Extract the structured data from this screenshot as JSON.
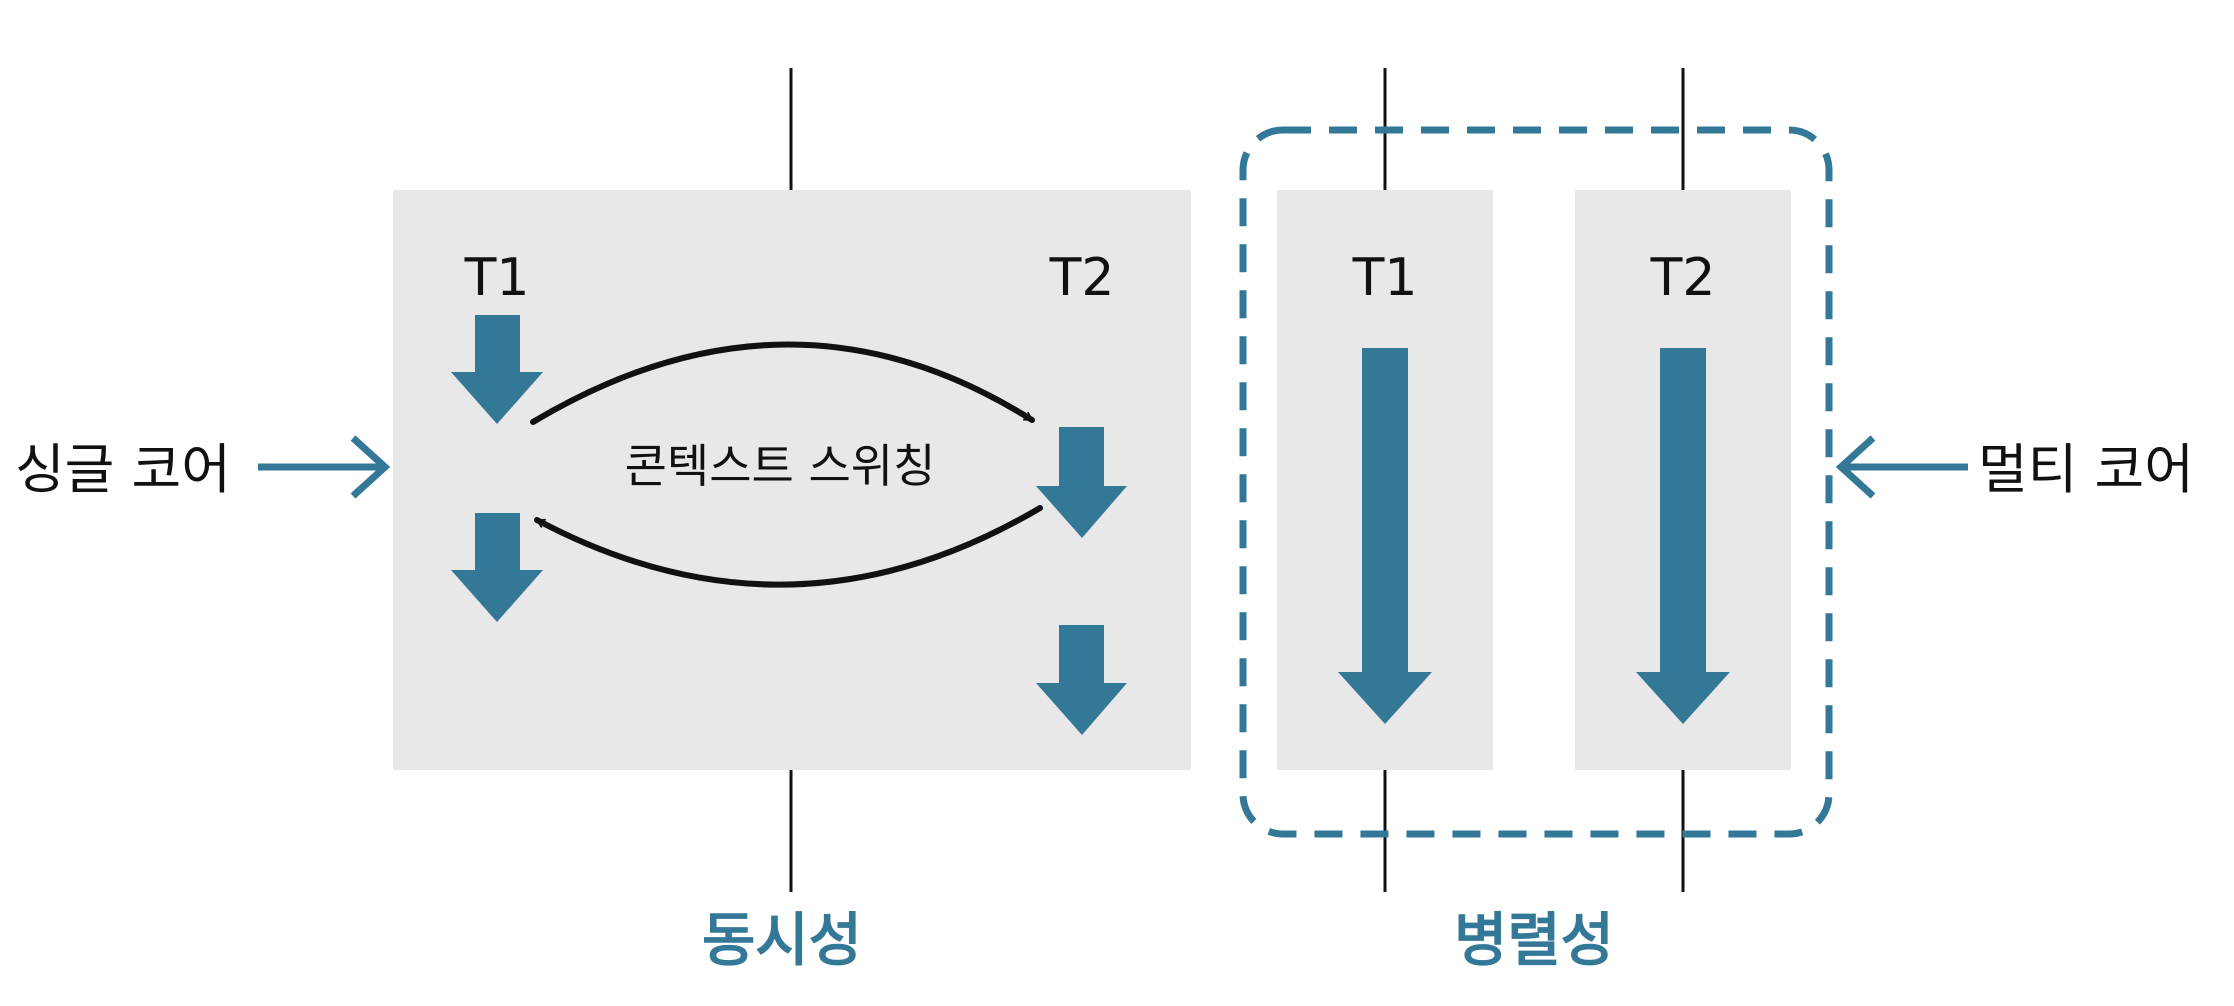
{
  "colors": {
    "accent": "#337897",
    "panel": "#e8e8e8",
    "line": "#111111",
    "text": "#111111"
  },
  "concurrency": {
    "thread1_label": "T1",
    "thread2_label": "T2",
    "context_switch_label": "콘텍스트 스위칭",
    "caption": "동시성"
  },
  "parallelism": {
    "thread1_label": "T1",
    "thread2_label": "T2",
    "caption": "병렬성"
  },
  "single_core_label": "싱글 코어",
  "multi_core_label": "멀티 코어",
  "icons": [
    "down-arrow-icon",
    "right-arrow-icon",
    "left-arrow-icon",
    "curved-arrow-icon"
  ]
}
